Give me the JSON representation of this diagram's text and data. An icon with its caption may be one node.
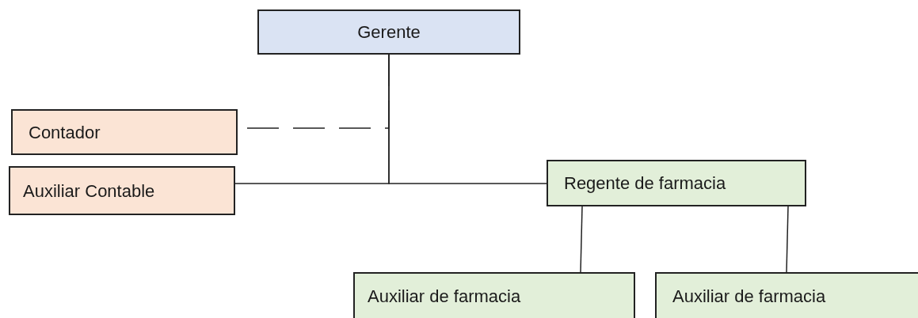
{
  "diagram": {
    "nodes": [
      {
        "text": [
          "Gerente"
        ]
      },
      {
        "text": [
          "Contador"
        ]
      },
      {
        "text": [
          "Auxiliar Contable"
        ]
      },
      {
        "text": [
          "Regente de farmacia"
        ]
      },
      {
        "text": [
          "Auxiliar de farmacia"
        ]
      },
      {
        "text": [
          "Auxiliar de farmacia"
        ]
      }
    ],
    "edges": [
      {
        "from": 0,
        "to": 1,
        "arrow": "none",
        "style": "dashed"
      },
      {
        "from": 0,
        "to": 2,
        "arrow": "none"
      },
      {
        "from": 0,
        "to": 3,
        "arrow": "none"
      },
      {
        "from": 3,
        "to": 4,
        "arrow": "none"
      },
      {
        "from": 3,
        "to": 5,
        "arrow": "none"
      }
    ]
  }
}
